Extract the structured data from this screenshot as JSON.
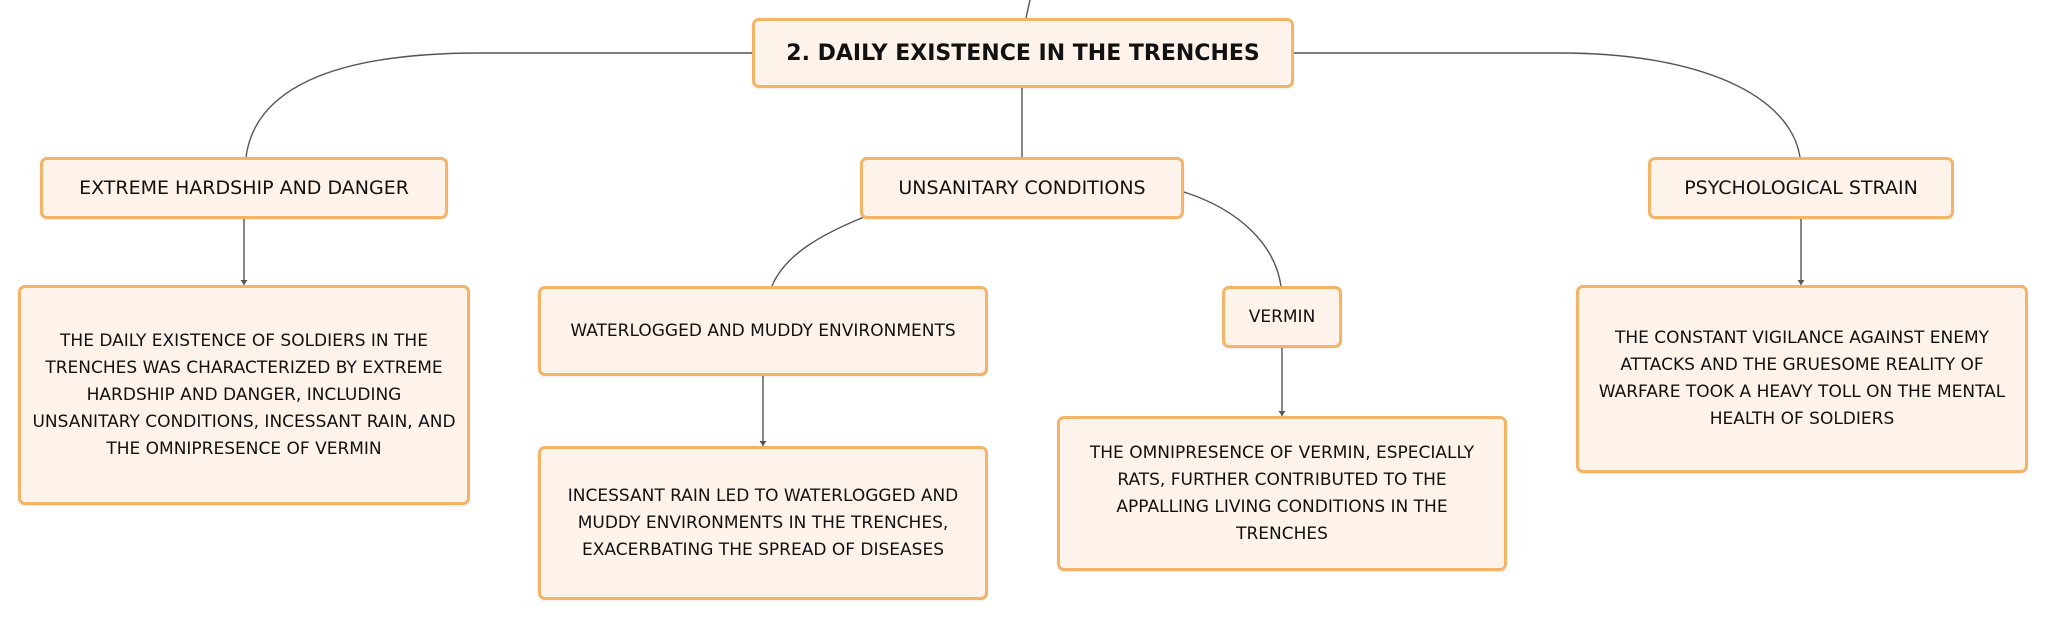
{
  "colors": {
    "node_fill": "#fdf3ea",
    "node_border": "#f3b468",
    "connector": "#555555"
  },
  "diagram": {
    "root": "2. DAILY EXISTENCE IN THE TRENCHES",
    "branches": [
      {
        "label": "EXTREME HARDSHIP AND DANGER",
        "detail": "THE DAILY EXISTENCE OF SOLDIERS IN THE TRENCHES WAS CHARACTERIZED BY EXTREME HARDSHIP AND DANGER, INCLUDING UNSANITARY CONDITIONS, INCESSANT RAIN, AND THE OMNIPRESENCE OF VERMIN"
      },
      {
        "label": "UNSANITARY CONDITIONS",
        "children": [
          {
            "label": "WATERLOGGED AND MUDDY ENVIRONMENTS",
            "detail": "INCESSANT RAIN LED TO WATERLOGGED AND MUDDY ENVIRONMENTS IN THE TRENCHES, EXACERBATING THE SPREAD OF DISEASES"
          },
          {
            "label": "VERMIN",
            "detail": "THE OMNIPRESENCE OF VERMIN, ESPECIALLY RATS, FURTHER CONTRIBUTED TO THE APPALLING LIVING CONDITIONS IN THE TRENCHES"
          }
        ]
      },
      {
        "label": "PSYCHOLOGICAL STRAIN",
        "detail": "THE CONSTANT VIGILANCE AGAINST ENEMY ATTACKS AND THE GRUESOME REALITY OF WARFARE TOOK A HEAVY TOLL ON THE MENTAL HEALTH OF SOLDIERS"
      }
    ]
  }
}
